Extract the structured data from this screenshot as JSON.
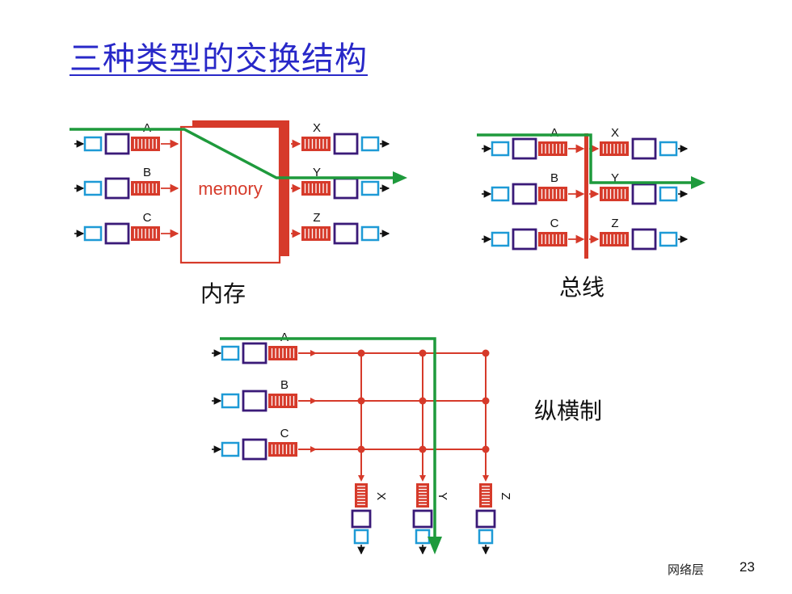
{
  "title": "三种类型的交换结构",
  "panels": {
    "memory": {
      "caption": "内存",
      "box_label": "memory",
      "inputs": [
        "A",
        "B",
        "C"
      ],
      "outputs": [
        "X",
        "Y",
        "Z"
      ]
    },
    "bus": {
      "caption": "总线",
      "inputs": [
        "A",
        "B",
        "C"
      ],
      "outputs": [
        "X",
        "Y",
        "Z"
      ]
    },
    "crossbar": {
      "caption": "纵横制",
      "inputs": [
        "A",
        "B",
        "C"
      ],
      "outputs": [
        "X",
        "Y",
        "Z"
      ]
    }
  },
  "colors": {
    "title": "#2828c8",
    "queue_red": "#d63a2a",
    "path_green": "#1e9a3c",
    "port_outer": "#1e9ad6",
    "port_inner": "#3a1a78"
  },
  "footer": {
    "label": "网络层",
    "page": "23"
  }
}
